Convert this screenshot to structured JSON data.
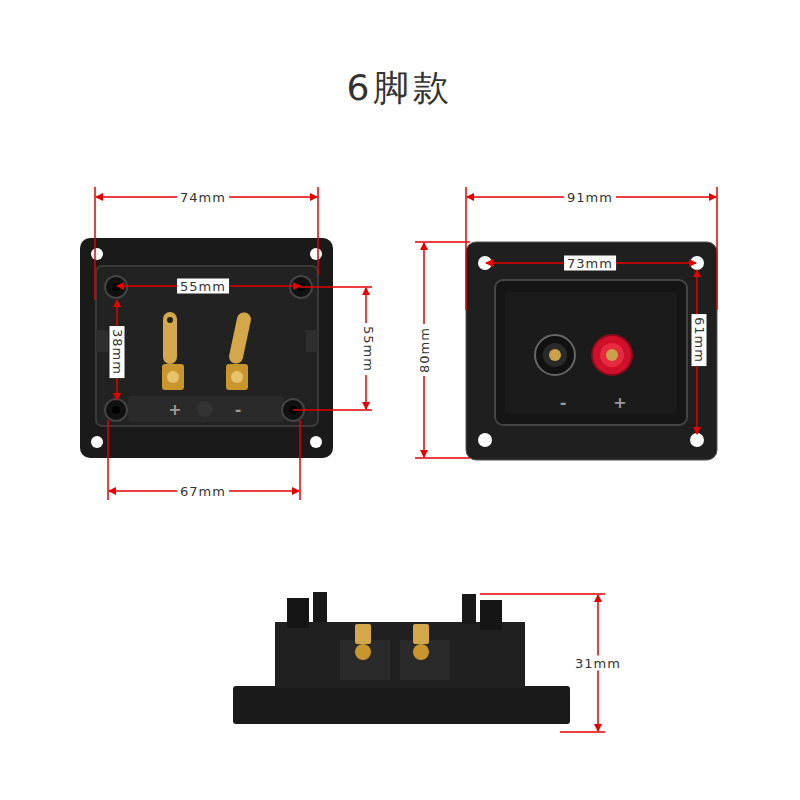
{
  "diagram": {
    "title": "6脚款",
    "labels": [
      "74mm",
      "55mm",
      "38mm",
      "55mm",
      "67mm",
      "+",
      "-",
      "91mm",
      "73mm",
      "80mm",
      "61mm",
      "-",
      "+",
      "31mm"
    ]
  }
}
